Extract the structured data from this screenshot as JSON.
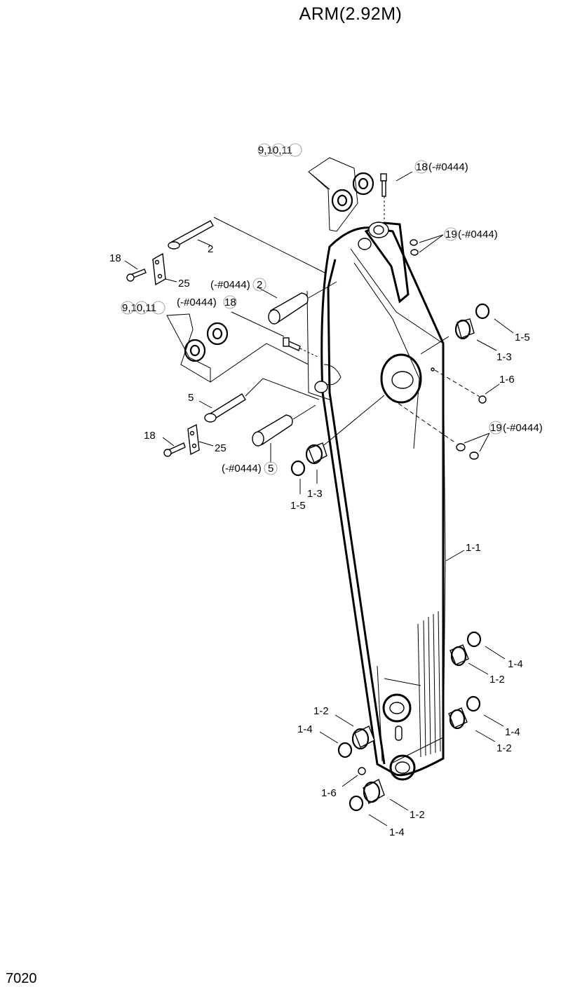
{
  "title": "ARM(2.92M)",
  "page_number": "7020",
  "callouts": {
    "washers_top": "9,10,11",
    "bolt_top_num": "18",
    "bolt_top_suffix": "(-#0444)",
    "nut_top_num": "19",
    "nut_top_suffix": "(-#0444)",
    "pin_2": "2",
    "bolt_18_left_top": "18",
    "plate_25_top": "25",
    "pin2_old_prefix": "(-#0444)",
    "pin2_old_num": "2",
    "washers_left": "9,10,11",
    "bolt18_old_prefix": "(-#0444)",
    "bolt18_old_num": "18",
    "ring_1_5_right": "1-5",
    "bushing_1_3_right": "1-3",
    "fitting_1_6_right": "1-6",
    "nut_mid_num": "19",
    "nut_mid_suffix": "(-#0444)",
    "pin_5": "5",
    "bolt_18_left_bottom": "18",
    "plate_25_bottom": "25",
    "pin5_old_prefix": "(-#0444)",
    "pin5_old_num": "5",
    "bushing_1_3_left": "1-3",
    "ring_1_5_left": "1-5",
    "arm_body": "1-1",
    "ring_1_4_a": "1-4",
    "bushing_1_2_a": "1-2",
    "bushing_1_2_b": "1-2",
    "ring_1_4_b": "1-4",
    "ring_1_4_c": "1-4",
    "bushing_1_2_c": "1-2",
    "fitting_1_6_bottom": "1-6",
    "bushing_1_2_d": "1-2",
    "ring_1_4_d": "1-4"
  }
}
